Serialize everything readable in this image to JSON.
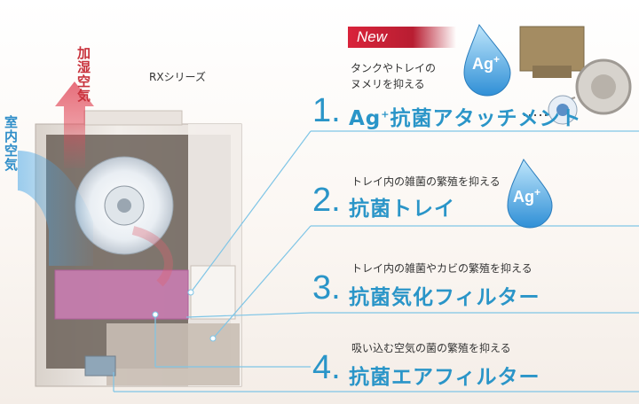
{
  "product": {
    "series": "RXシリーズ",
    "humid_air": "加湿空気",
    "room_air": "室内空気"
  },
  "badge": {
    "text": "New"
  },
  "ag_badge": {
    "text": "Ag",
    "plus": "+"
  },
  "items": [
    {
      "number": "1.",
      "desc_line1": "タンクやトレイの",
      "desc_line2": "ヌメリを抑える",
      "title_prefix": "Ag",
      "title_sup": "+",
      "title": "抗菌アタッチメント"
    },
    {
      "number": "2.",
      "desc": "トレイ内の雑菌の繁殖を抑える",
      "title": "抗菌トレイ"
    },
    {
      "number": "3.",
      "desc": "トレイ内の雑菌やカビの繁殖を抑える",
      "title": "抗菌気化フィルター"
    },
    {
      "number": "4.",
      "desc": "吸い込む空気の菌の繁殖を抑える",
      "title": "抗菌エアフィルター"
    }
  ],
  "colors": {
    "accent": "#2a95c8",
    "new_red": "#c8233a",
    "humid_red": "#c8323c",
    "room_blue": "#2f8ec9"
  }
}
